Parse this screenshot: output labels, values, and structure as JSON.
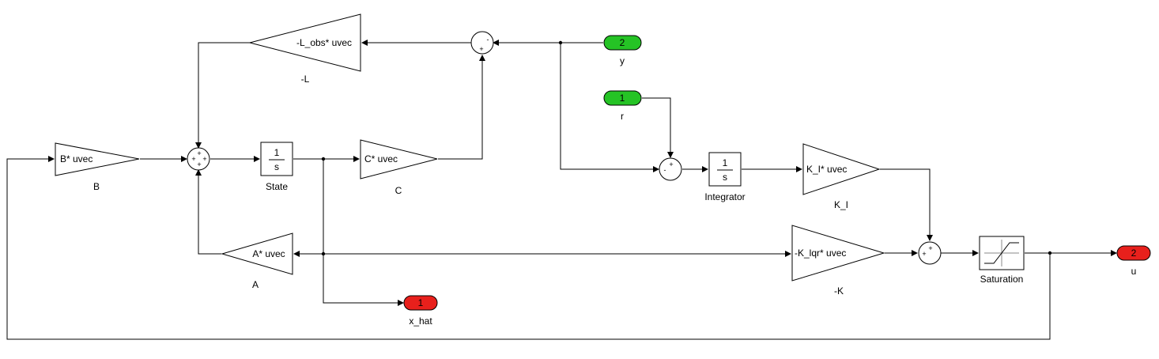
{
  "colors": {
    "inport": "#25c325",
    "outport": "#e8201c",
    "line": "#000000"
  },
  "gains": {
    "L": {
      "expr": "-L_obs* uvec",
      "name": "-L"
    },
    "B": {
      "expr": "B* uvec",
      "name": "B"
    },
    "C": {
      "expr": "C* uvec",
      "name": "C"
    },
    "A": {
      "expr": "A* uvec",
      "name": "A"
    },
    "KI": {
      "expr": "K_I* uvec",
      "name": "K_I"
    },
    "K": {
      "expr": "-K_lqr* uvec",
      "name": "-K"
    }
  },
  "integrators": {
    "state": {
      "num": "1",
      "den": "s",
      "name": "State"
    },
    "integrator": {
      "num": "1",
      "den": "s",
      "name": "Integrator"
    }
  },
  "saturation": {
    "name": "Saturation"
  },
  "inports": {
    "y": {
      "num": "2",
      "name": "y"
    },
    "r": {
      "num": "1",
      "name": "r"
    }
  },
  "outports": {
    "x_hat": {
      "num": "1",
      "name": "x_hat"
    },
    "u": {
      "num": "2",
      "name": "u"
    }
  },
  "sums": {
    "obs_err": {
      "top": "-",
      "bottom": "+"
    },
    "state_sum": {
      "top": "+",
      "left": "+",
      "right": "+",
      "bottom": "+"
    },
    "track_err": {
      "top": "+",
      "left": "-"
    },
    "ctrl_sum": {
      "top": "+",
      "left": "+"
    }
  }
}
